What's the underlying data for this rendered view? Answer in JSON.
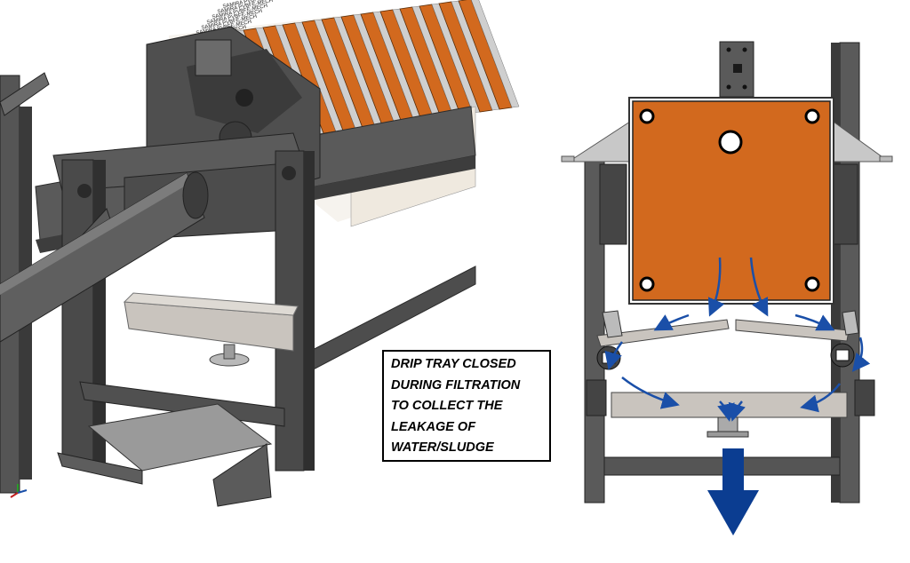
{
  "callout": {
    "lines": [
      "DRIP TRAY CLOSED",
      "DURING FILTRATION",
      "TO COLLECT THE",
      "LEAKAGE OF",
      "WATER/SLUDGE"
    ]
  },
  "plate_labels": [
    "SAMIRA PVBFE-MECH",
    "SAMIRA PVBFE-MECH",
    "SAMIRA PVBFE-MECH",
    "SAMIRA PVBFE-MECH",
    "SAMIRA PVBFE-MECH",
    "SAMIRA PVBFE-MECH",
    "SAMIRA PVBFE-MECH"
  ],
  "colors": {
    "steel": "#5c5c5c",
    "steel_dark": "#3a3a3a",
    "plate_orange": "#d2691e",
    "tray": "#c9c4be",
    "arrow_blue": "#1a4fa8",
    "drain_arrow": "#0b3d91"
  }
}
